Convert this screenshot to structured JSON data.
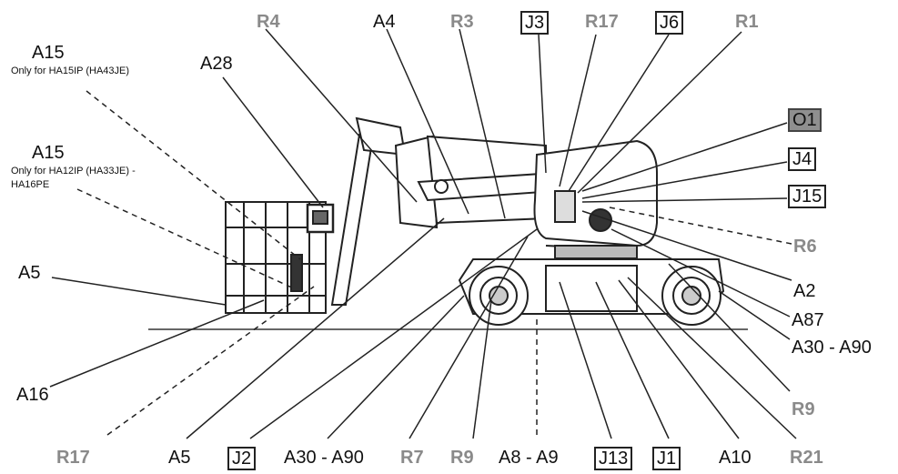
{
  "labels": {
    "R4": "R4",
    "A4": "A4",
    "R3": "R3",
    "J3": "J3",
    "R17_top": "R17",
    "J6": "J6",
    "R1": "R1",
    "A28": "A28",
    "A15_a": "A15",
    "A15_a_note": "Only for HA15IP (HA43JE)",
    "A15_b": "A15",
    "A15_b_note1": "Only for HA12IP (HA33JE) -",
    "A15_b_note2": "HA16PE",
    "O1": "O1",
    "J4": "J4",
    "J15": "J15",
    "R6": "R6",
    "A2": "A2",
    "A87": "A87",
    "A30_A90_right": "A30 - A90",
    "R9_right": "R9",
    "A5_left": "A5",
    "A16": "A16",
    "R17_bottom": "R17",
    "A5_bottom": "A5",
    "J2": "J2",
    "A30_A90_bottom": "A30 - A90",
    "R7": "R7",
    "R9_bottom": "R9",
    "A8_A9": "A8 - A9",
    "J13": "J13",
    "J1": "J1",
    "A10": "A10",
    "R21": "R21"
  }
}
